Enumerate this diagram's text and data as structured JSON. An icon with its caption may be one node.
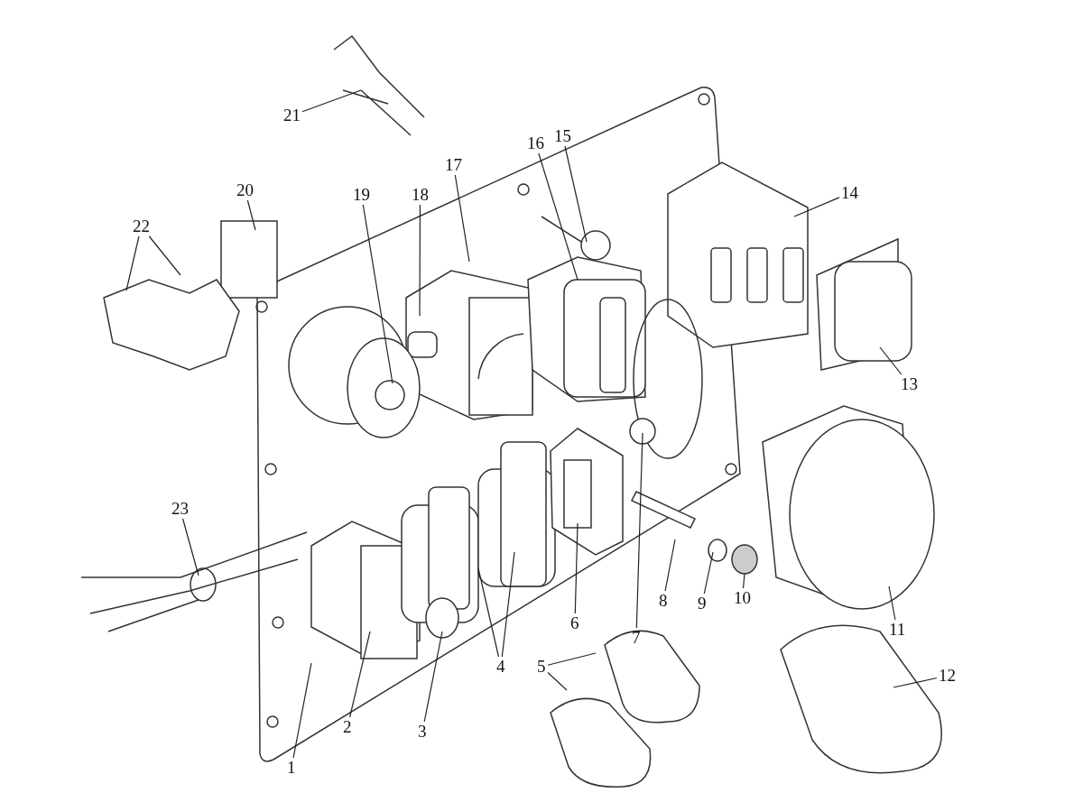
{
  "diagram": {
    "nodes": [
      {
        "text": [
          "1"
        ]
      },
      {
        "text": [
          "2"
        ]
      },
      {
        "text": [
          "3"
        ]
      },
      {
        "text": [
          "4"
        ]
      },
      {
        "text": [
          "5"
        ]
      },
      {
        "text": [
          "6"
        ]
      },
      {
        "text": [
          "7"
        ]
      },
      {
        "text": [
          "8"
        ]
      },
      {
        "text": [
          "9"
        ]
      },
      {
        "text": [
          "10"
        ]
      },
      {
        "text": [
          "11"
        ]
      },
      {
        "text": [
          "12"
        ]
      },
      {
        "text": [
          "13"
        ]
      },
      {
        "text": [
          "14"
        ]
      },
      {
        "text": [
          "15"
        ]
      },
      {
        "text": [
          "16"
        ]
      },
      {
        "text": [
          "17"
        ]
      },
      {
        "text": [
          "18"
        ]
      },
      {
        "text": [
          "19"
        ]
      },
      {
        "text": [
          "20"
        ]
      },
      {
        "text": [
          "21"
        ]
      },
      {
        "text": [
          "22"
        ]
      },
      {
        "text": [
          "23"
        ]
      }
    ],
    "edges": [
      {
        "from": 0,
        "to": null,
        "arrow": "none"
      },
      {
        "from": 1,
        "to": null,
        "arrow": "none"
      },
      {
        "from": 2,
        "to": null,
        "arrow": "none"
      },
      {
        "from": 3,
        "to": null,
        "arrow": "none"
      },
      {
        "from": 3,
        "to": null,
        "arrow": "none"
      },
      {
        "from": 4,
        "to": null,
        "arrow": "none"
      },
      {
        "from": 4,
        "to": null,
        "arrow": "none"
      },
      {
        "from": 5,
        "to": null,
        "arrow": "none"
      },
      {
        "from": 6,
        "to": null,
        "arrow": "none"
      },
      {
        "from": 7,
        "to": null,
        "arrow": "none"
      },
      {
        "from": 8,
        "to": null,
        "arrow": "none"
      },
      {
        "from": 9,
        "to": null,
        "arrow": "none"
      },
      {
        "from": 10,
        "to": null,
        "arrow": "none"
      },
      {
        "from": 11,
        "to": null,
        "arrow": "none"
      },
      {
        "from": 12,
        "to": null,
        "arrow": "none"
      },
      {
        "from": 13,
        "to": null,
        "arrow": "none"
      },
      {
        "from": 14,
        "to": null,
        "arrow": "none"
      },
      {
        "from": 15,
        "to": null,
        "arrow": "none"
      },
      {
        "from": 16,
        "to": null,
        "arrow": "none"
      },
      {
        "from": 17,
        "to": null,
        "arrow": "none"
      },
      {
        "from": 18,
        "to": null,
        "arrow": "none"
      },
      {
        "from": 19,
        "to": null,
        "arrow": "none"
      },
      {
        "from": 20,
        "to": null,
        "arrow": "none"
      },
      {
        "from": 21,
        "to": null,
        "arrow": "none"
      },
      {
        "from": 21,
        "to": null,
        "arrow": "none"
      },
      {
        "from": 22,
        "to": null,
        "arrow": "none"
      }
    ]
  }
}
